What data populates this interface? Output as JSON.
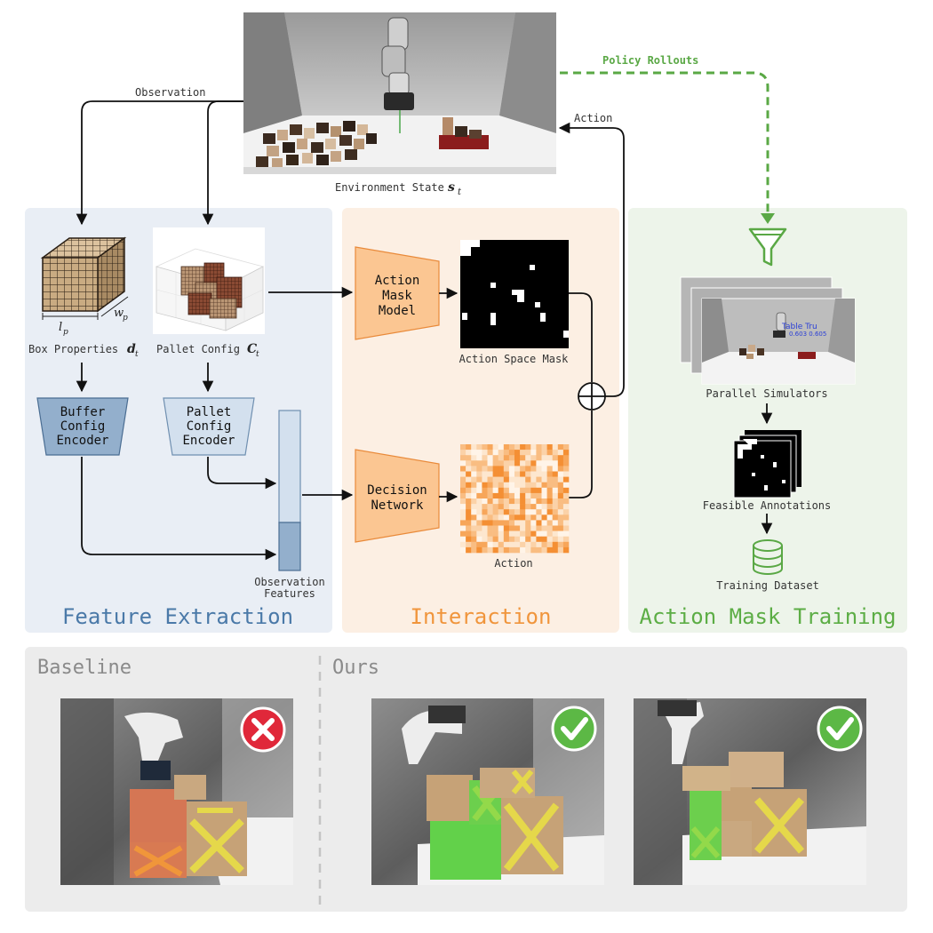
{
  "top": {
    "env_label": "Environment State",
    "env_symbol": "s",
    "env_subscript": "t",
    "observation_label": "Observation",
    "action_label": "Action",
    "policy_rollouts_label": "Policy Rollouts"
  },
  "feature_extraction": {
    "title": "Feature Extraction",
    "box_properties_label": "Box Properties",
    "box_properties_symbol": "d",
    "box_properties_sub": "t",
    "dim_l": "l",
    "dim_l_sub": "p",
    "dim_w": "w",
    "dim_w_sub": "p",
    "pallet_config_label": "Pallet Config",
    "pallet_config_symbol": "C",
    "pallet_config_sub": "t",
    "buffer_encoder_lines": [
      "Buffer",
      "Config",
      "Encoder"
    ],
    "pallet_encoder_lines": [
      "Pallet",
      "Config",
      "Encoder"
    ],
    "obs_features_lines": [
      "Observation",
      "Features"
    ]
  },
  "interaction": {
    "title": "Interaction",
    "action_mask_model_lines": [
      "Action",
      "Mask",
      "Model"
    ],
    "decision_network_lines": [
      "Decision",
      "Network"
    ],
    "action_space_mask_label": "Action Space Mask",
    "action_label": "Action"
  },
  "action_mask_training": {
    "title": "Action Mask Training",
    "parallel_simulators_label": "Parallel Simulators",
    "feasible_annotations_label": "Feasible Annotations",
    "training_dataset_label": "Training Dataset",
    "sim_overlay_line1": "Table Tru",
    "sim_overlay_line2": "0.603  0.605"
  },
  "bottom": {
    "baseline_label": "Baseline",
    "ours_label": "Ours"
  },
  "colors": {
    "feature_bg": "#e9eef5",
    "interaction_bg": "#fcefe3",
    "training_bg": "#edf4ea",
    "feature_title": "#4a79a8",
    "interaction_title": "#f0953c",
    "training_title": "#5cad45",
    "blue_block": "#93afcc",
    "orange_block": "#fbc692",
    "green_dashed": "#5aa845",
    "fail_red": "#e0283a",
    "ok_green": "#5cb845"
  }
}
